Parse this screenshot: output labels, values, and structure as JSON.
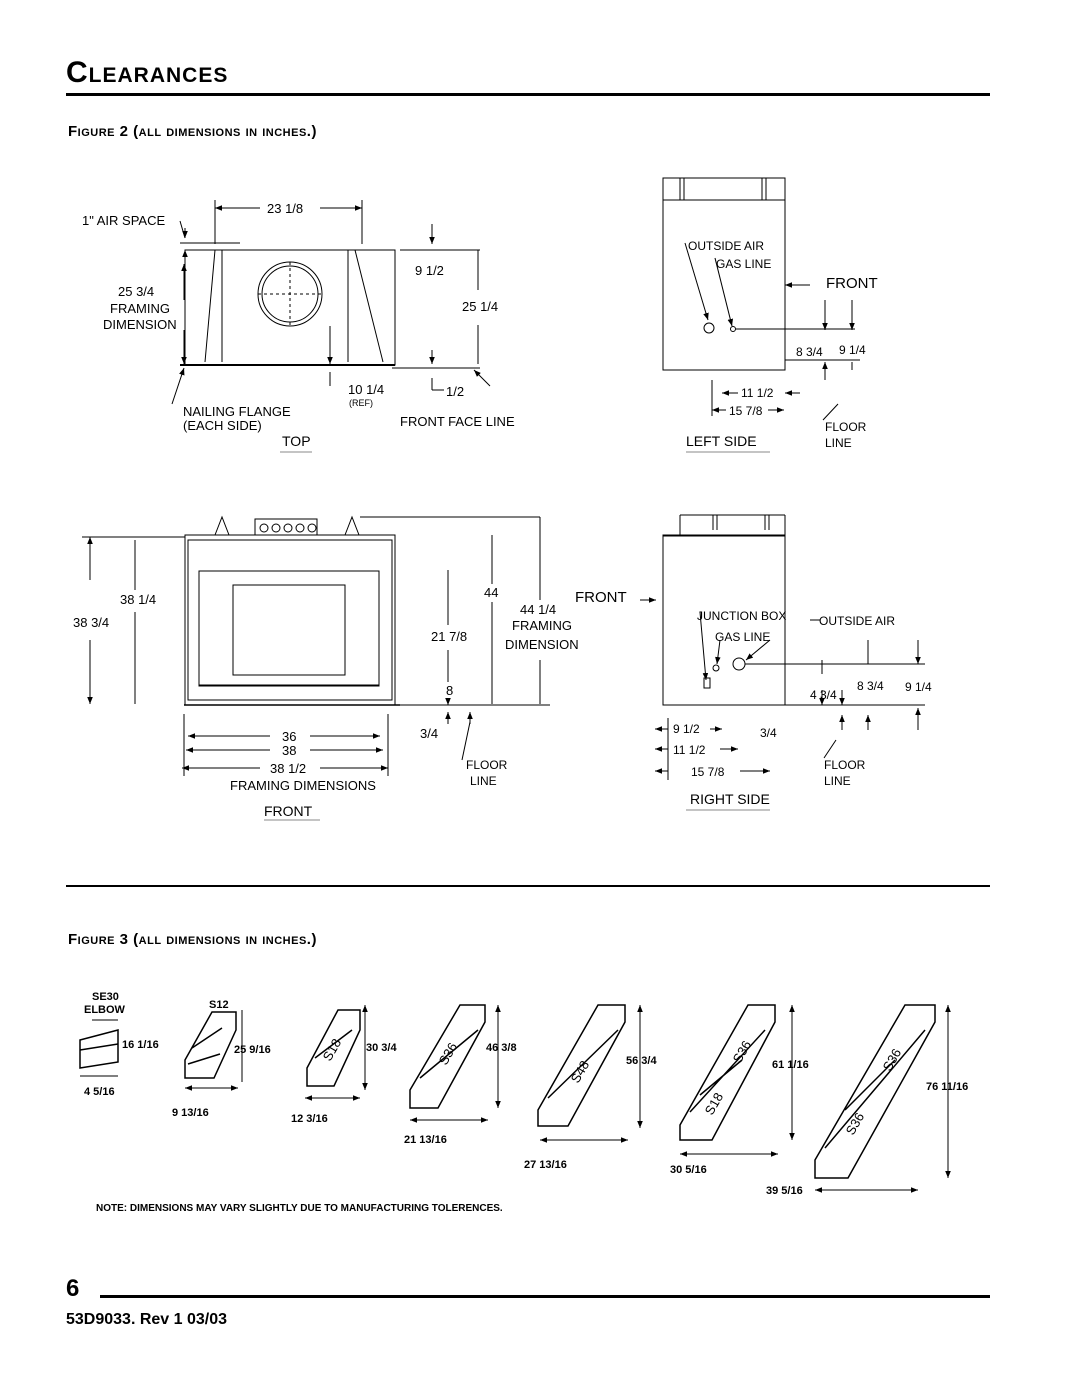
{
  "page": {
    "title": "Clearances",
    "figure2_caption": "Figure 2 (all dimensions in inches.)",
    "figure3_caption": "Figure 3 (all dimensions in inches.)",
    "note": "NOTE: DIMENSIONS MAY VARY SLIGHTLY DUE TO MANUFACTURING TOLERENCES.",
    "page_number": "6",
    "doc_id": "53D9033. Rev 1 03/03"
  },
  "top_view": {
    "label": "TOP",
    "width": "23 1/8",
    "air_space": "1\" AIR SPACE",
    "framing_dim": "25 3/4",
    "framing_label1": "FRAMING",
    "framing_label2": "DIMENSION",
    "flange1": "NAILING FLANGE",
    "flange2": "(EACH SIDE)",
    "d_9_1_2": "9 1/2",
    "d_25_1_4": "25 1/4",
    "d_10_1_4": "10 1/4",
    "ref": "(REF)",
    "d_1_2": "1/2",
    "front_face": "FRONT FACE LINE"
  },
  "left_view": {
    "label": "LEFT SIDE",
    "outside_air": "OUTSIDE AIR",
    "gas_line": "GAS LINE",
    "front": "FRONT",
    "d_8_3_4": "8 3/4",
    "d_9_1_4": "9 1/4",
    "d_11_1_2": "11 1/2",
    "d_15_7_8": "15 7/8",
    "floor": "FLOOR",
    "line": "LINE"
  },
  "front_view": {
    "label": "FRONT",
    "d_38_1_4": "38 1/4",
    "d_38_3_4": "38 3/4",
    "d_44": "44",
    "d_44_1_4": "44 1/4",
    "framing": "FRAMING",
    "dimension": "DIMENSION",
    "d_21_7_8": "21 7/8",
    "d_8": "8",
    "d_3_4": "3/4",
    "d_36": "36",
    "d_38": "38",
    "d_38_1_2": "38 1/2",
    "framing_dims": "FRAMING DIMENSIONS",
    "floor": "FLOOR",
    "line": "LINE"
  },
  "right_view": {
    "label": "RIGHT SIDE",
    "front": "FRONT",
    "junction": "JUNCTION BOX",
    "outside_air": "OUTSIDE AIR",
    "gas_line": "GAS LINE",
    "d_8_3_4": "8 3/4",
    "d_9_1_4": "9 1/4",
    "d_4_3_4": "4 3/4",
    "d_9_1_2": "9 1/2",
    "d_3_4": "3/4",
    "d_11_1_2": "11 1/2",
    "d_15_7_8": "15 7/8",
    "floor": "FLOOR",
    "line": "LINE"
  },
  "figure3": {
    "se30": "SE30",
    "elbow": "ELBOW",
    "d_16_1_16": "16 1/16",
    "d_4_5_16": "4 5/16",
    "s12": "S12",
    "d_25_9_16": "25 9/16",
    "d_9_13_16": "9 13/16",
    "s18": "S18",
    "d_30_3_4": "30 3/4",
    "d_12_3_16": "12 3/16",
    "s36": "S36",
    "d_46_3_8": "46 3/8",
    "d_21_13_16": "21 13/16",
    "s48": "S48",
    "d_56_3_4": "56 3/4",
    "d_27_13_16": "27 13/16",
    "d_61_1_16": "61 1/16",
    "d_30_5_16": "30 5/16",
    "d_76_11_16": "76 11/16",
    "d_39_5_16": "39 5/16"
  }
}
